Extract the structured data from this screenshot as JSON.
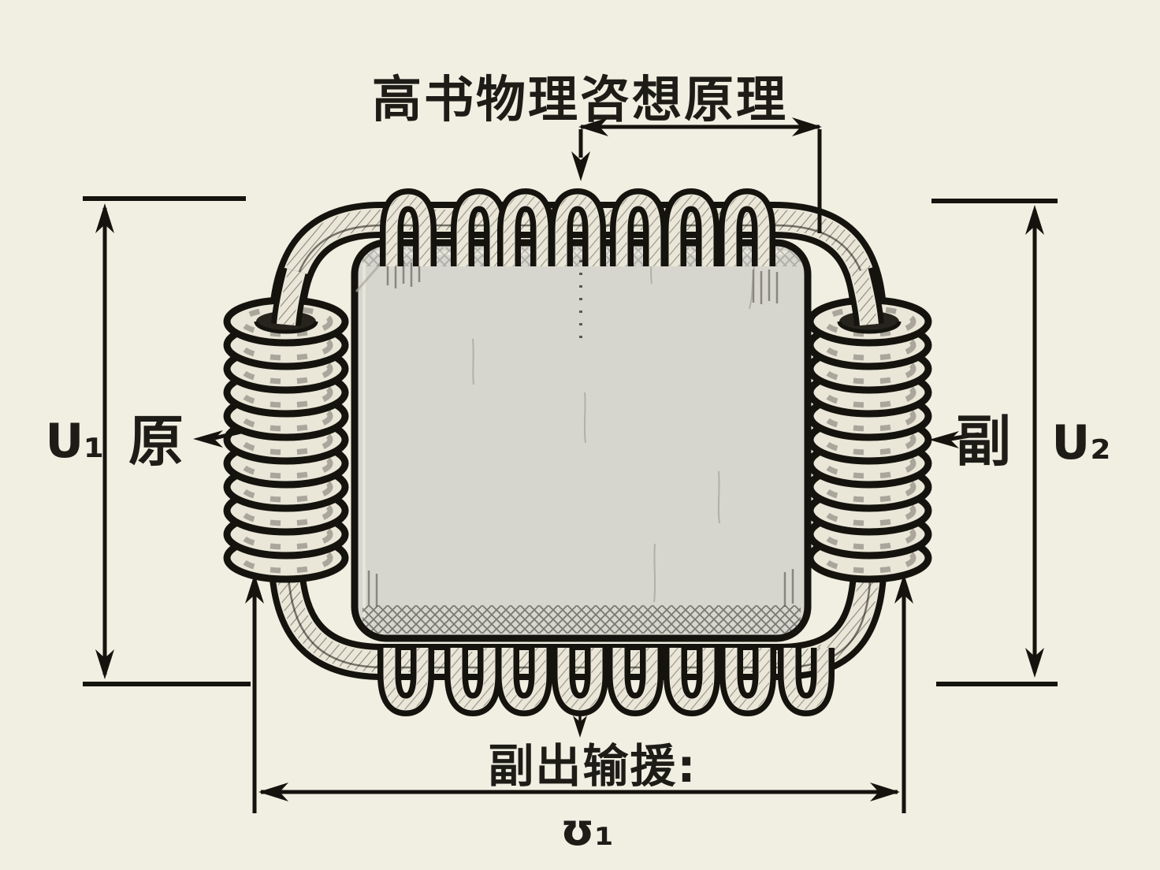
{
  "title": "高书物理咨想原理",
  "left_side": {
    "voltage_label": "U₁",
    "winding_label": "原"
  },
  "right_side": {
    "winding_label": "副",
    "voltage_label": "U₂"
  },
  "bottom": {
    "caption": "副出输援:",
    "turns_label": "ʊ₁"
  },
  "colors": {
    "paper": "#f1eee2",
    "ink": "#15130e",
    "core_fill": "#d7d6ce",
    "wire_fill": "#eae6d8"
  }
}
